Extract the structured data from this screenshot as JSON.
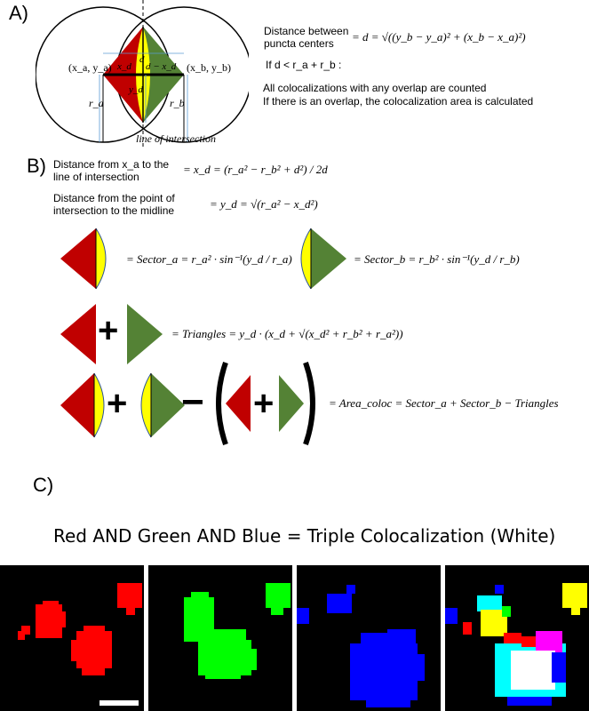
{
  "panel_a": {
    "label": "A)",
    "pt_a": "(x_a, y_a)",
    "pt_b": "(x_b, y_b)",
    "lbl_xd": "x_d",
    "lbl_d": "d",
    "lbl_d_minus": "d − x_d",
    "lbl_yd": "y_d",
    "lbl_ra": "r_a",
    "lbl_rb": "r_b",
    "line_label": "line of intersection",
    "dist_label": "Distance between puncta centers",
    "dist_formula": "= d = √((y_b − y_a)² + (x_b − x_a)²)",
    "cond": "If  d < r_a + r_b :",
    "note1": "All colocalizations with any overlap are counted",
    "note2": "If there is an overlap, the colocalization area is calculated"
  },
  "panel_b": {
    "label": "B)",
    "xd_label": "Distance from x_a to the line of intersection",
    "xd_formula": "= x_d = (r_a² − r_b² + d²) / 2d",
    "yd_label": "Distance from the point of intersection to the midline",
    "yd_formula": "= y_d = √(r_a² − x_d²)",
    "sector_a": "= Sector_a = r_a² · sin⁻¹(y_d / r_a)",
    "sector_b": "= Sector_b = r_b² · sin⁻¹(y_d / r_b)",
    "triangles": "= Triangles = y_d · (x_d + √(x_d² + r_b² + r_a²))",
    "area": "= Area_coloc = Sector_a + Sector_b − Triangles",
    "plus": "+",
    "minus": "−"
  },
  "panel_c": {
    "label": "C)",
    "title": "Red AND Green AND Blue = Triple Colocalization (White)"
  },
  "colors": {
    "red": "#c00000",
    "yellow": "#ffff00",
    "green": "#548235"
  }
}
